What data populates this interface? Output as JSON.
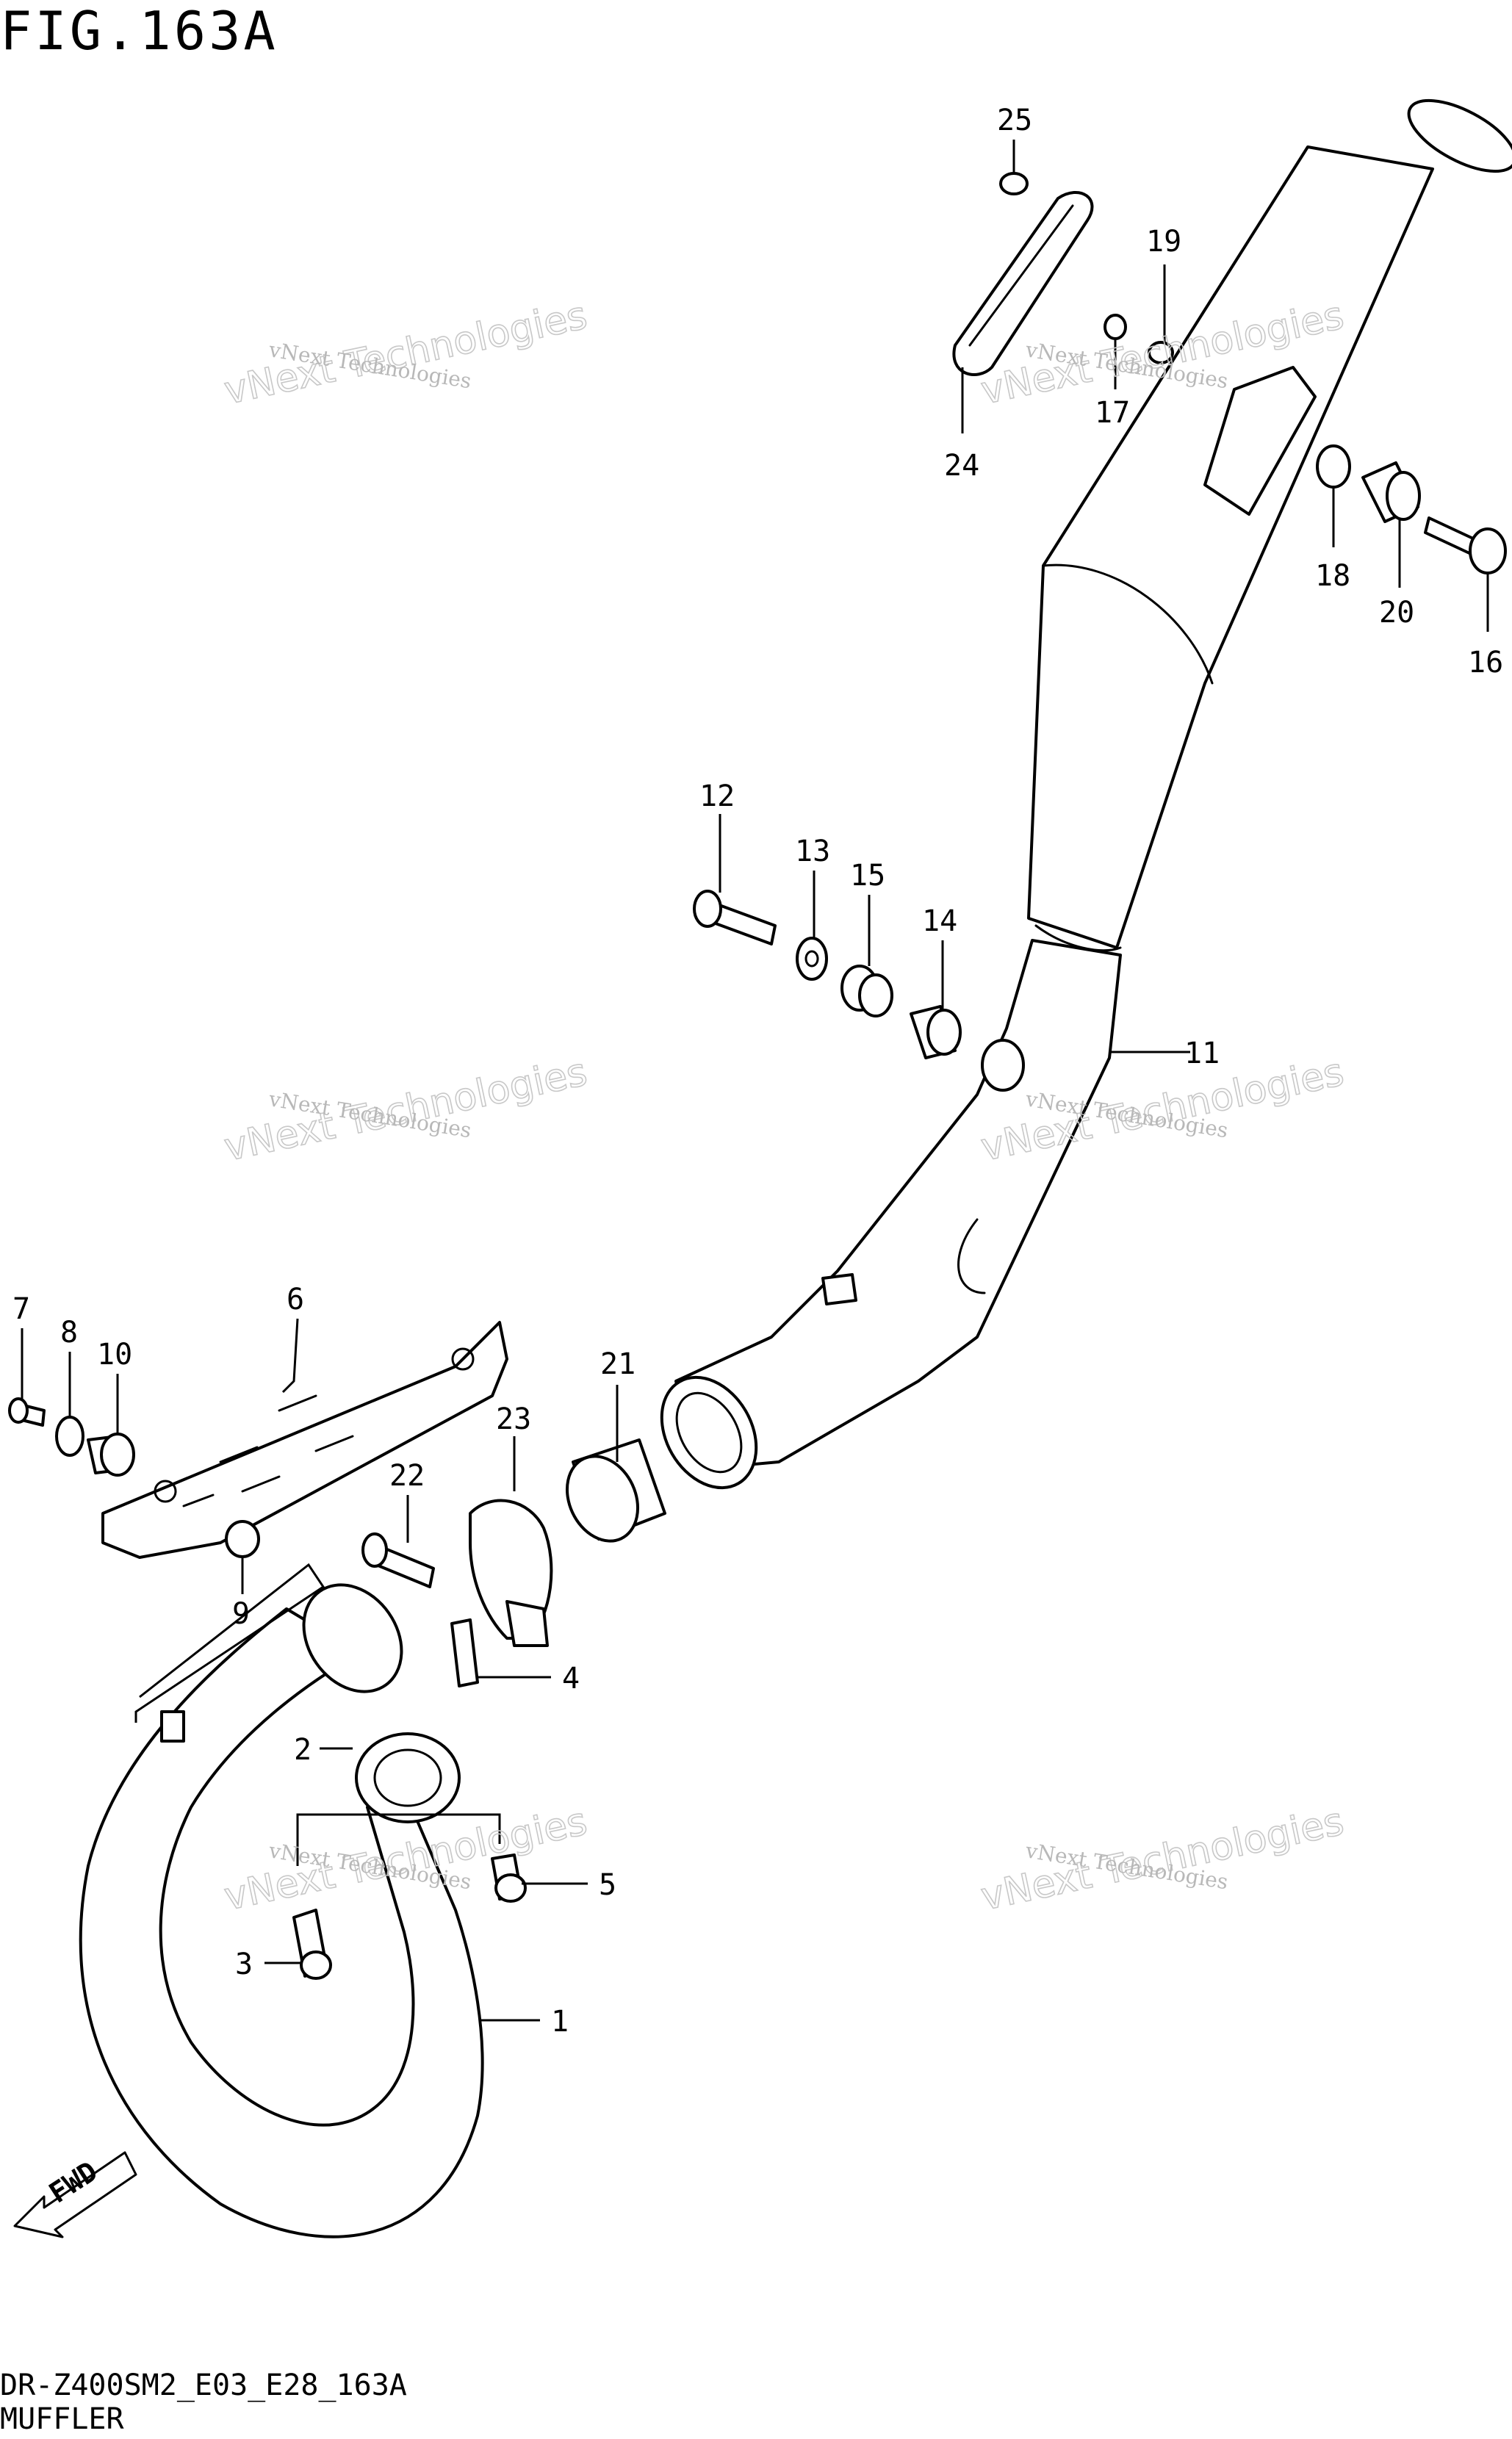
{
  "figure": {
    "title": "FIG.163A"
  },
  "footer": {
    "model_code": "DR-Z400SM2_E03_E28_163A",
    "section_name": "MUFFLER"
  },
  "watermark": {
    "line1": "vNext Technologies",
    "line2": "vNext Technologies"
  },
  "fwd_arrow": {
    "label": "FWD"
  },
  "callouts": [
    "1",
    "2",
    "3",
    "4",
    "5",
    "6",
    "7",
    "8",
    "9",
    "10",
    "11",
    "12",
    "13",
    "14",
    "15",
    "16",
    "17",
    "18",
    "19",
    "20",
    "21",
    "22",
    "23",
    "24",
    "25"
  ]
}
